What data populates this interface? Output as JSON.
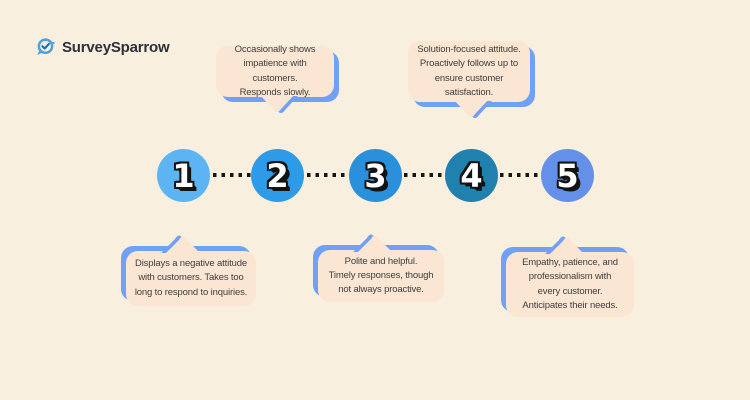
{
  "brand": {
    "name": "SurveySparrow"
  },
  "colors": {
    "background": "#F8EFDE",
    "bubble_fill": "#FBE6D3",
    "bubble_shadow": "#70A1F6",
    "text_ink": "#3E3E3E",
    "connector_dot": "#161616",
    "logo_blue": "#4CA2DB",
    "logo_check": "#1E6EA7",
    "logo_text": "#2E3039",
    "number_fill": "#FFFFFF",
    "number_outline": "#131313"
  },
  "steps": [
    {
      "number": "1",
      "circle_color": "#5CB5F2",
      "bubble_position": "bottom",
      "label": "Displays a negative attitude\nwith customers. Takes too\nlong to respond to inquiries."
    },
    {
      "number": "2",
      "circle_color": "#2E9BE8",
      "bubble_position": "top",
      "label": "Occasionally shows\nimpatience with customers.\nResponds slowly."
    },
    {
      "number": "3",
      "circle_color": "#2B90DB",
      "bubble_position": "bottom",
      "label": "Polite and helpful.\nTimely responses, though\nnot always proactive."
    },
    {
      "number": "4",
      "circle_color": "#2080AE",
      "bubble_position": "top",
      "label": "Solution-focused attitude.\nProactively follows up to\nensure customer\nsatisfaction."
    },
    {
      "number": "5",
      "circle_color": "#6490EA",
      "bubble_position": "bottom",
      "label": "Empathy, patience, and\nprofessionalism with\nevery customer.\nAnticipates their needs."
    }
  ]
}
